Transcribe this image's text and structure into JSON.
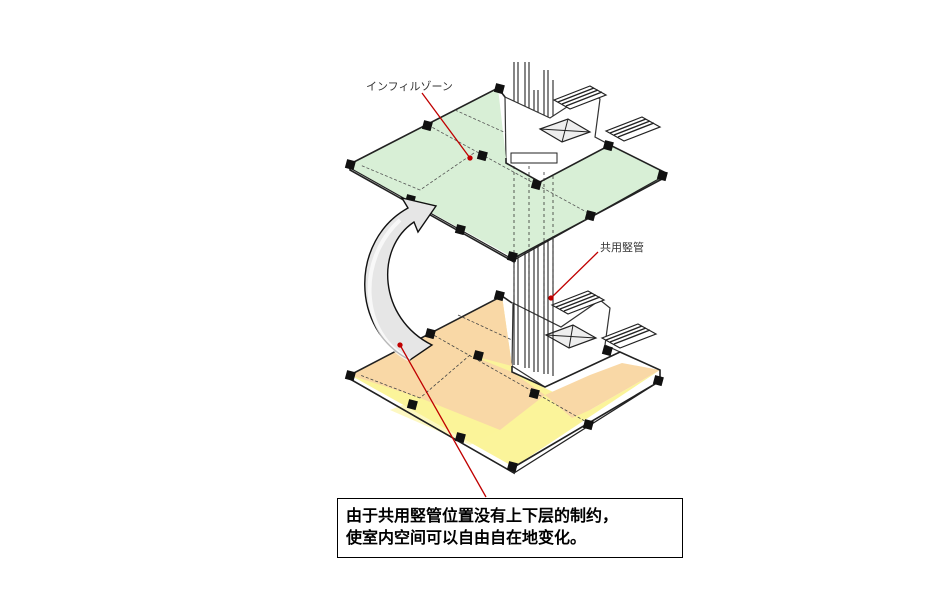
{
  "labels": {
    "infill_zone": "インフィルゾーン",
    "shared_pipe": "共用竪管"
  },
  "caption": {
    "line1": "由于共用竪管位置没有上下层的制约，",
    "line2": "使室内空间可以自由自在地变化。"
  },
  "colors": {
    "upper_floor": "#d8efd6",
    "lower_floor_yellow": "#fbf49a",
    "lower_floor_orange": "#f9d8a6",
    "leader": "#c00000"
  }
}
